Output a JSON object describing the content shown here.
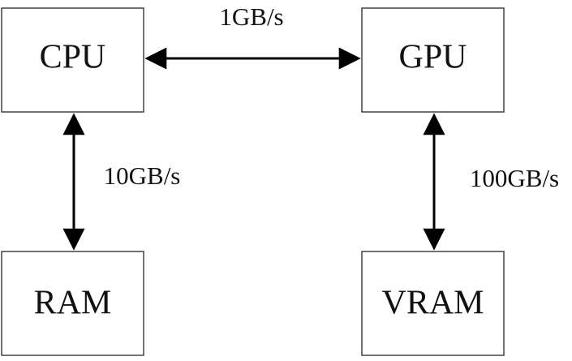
{
  "diagram": {
    "nodes": {
      "cpu": {
        "label": "CPU"
      },
      "gpu": {
        "label": "GPU"
      },
      "ram": {
        "label": "RAM"
      },
      "vram": {
        "label": "VRAM"
      }
    },
    "edges": {
      "cpu_gpu": {
        "label": "1GB/s"
      },
      "cpu_ram": {
        "label": "10GB/s"
      },
      "gpu_vram": {
        "label": "100GB/s"
      }
    },
    "colors": {
      "line": "#000000",
      "box_border": "#444444",
      "text": "#111111",
      "background": "#ffffff"
    }
  }
}
